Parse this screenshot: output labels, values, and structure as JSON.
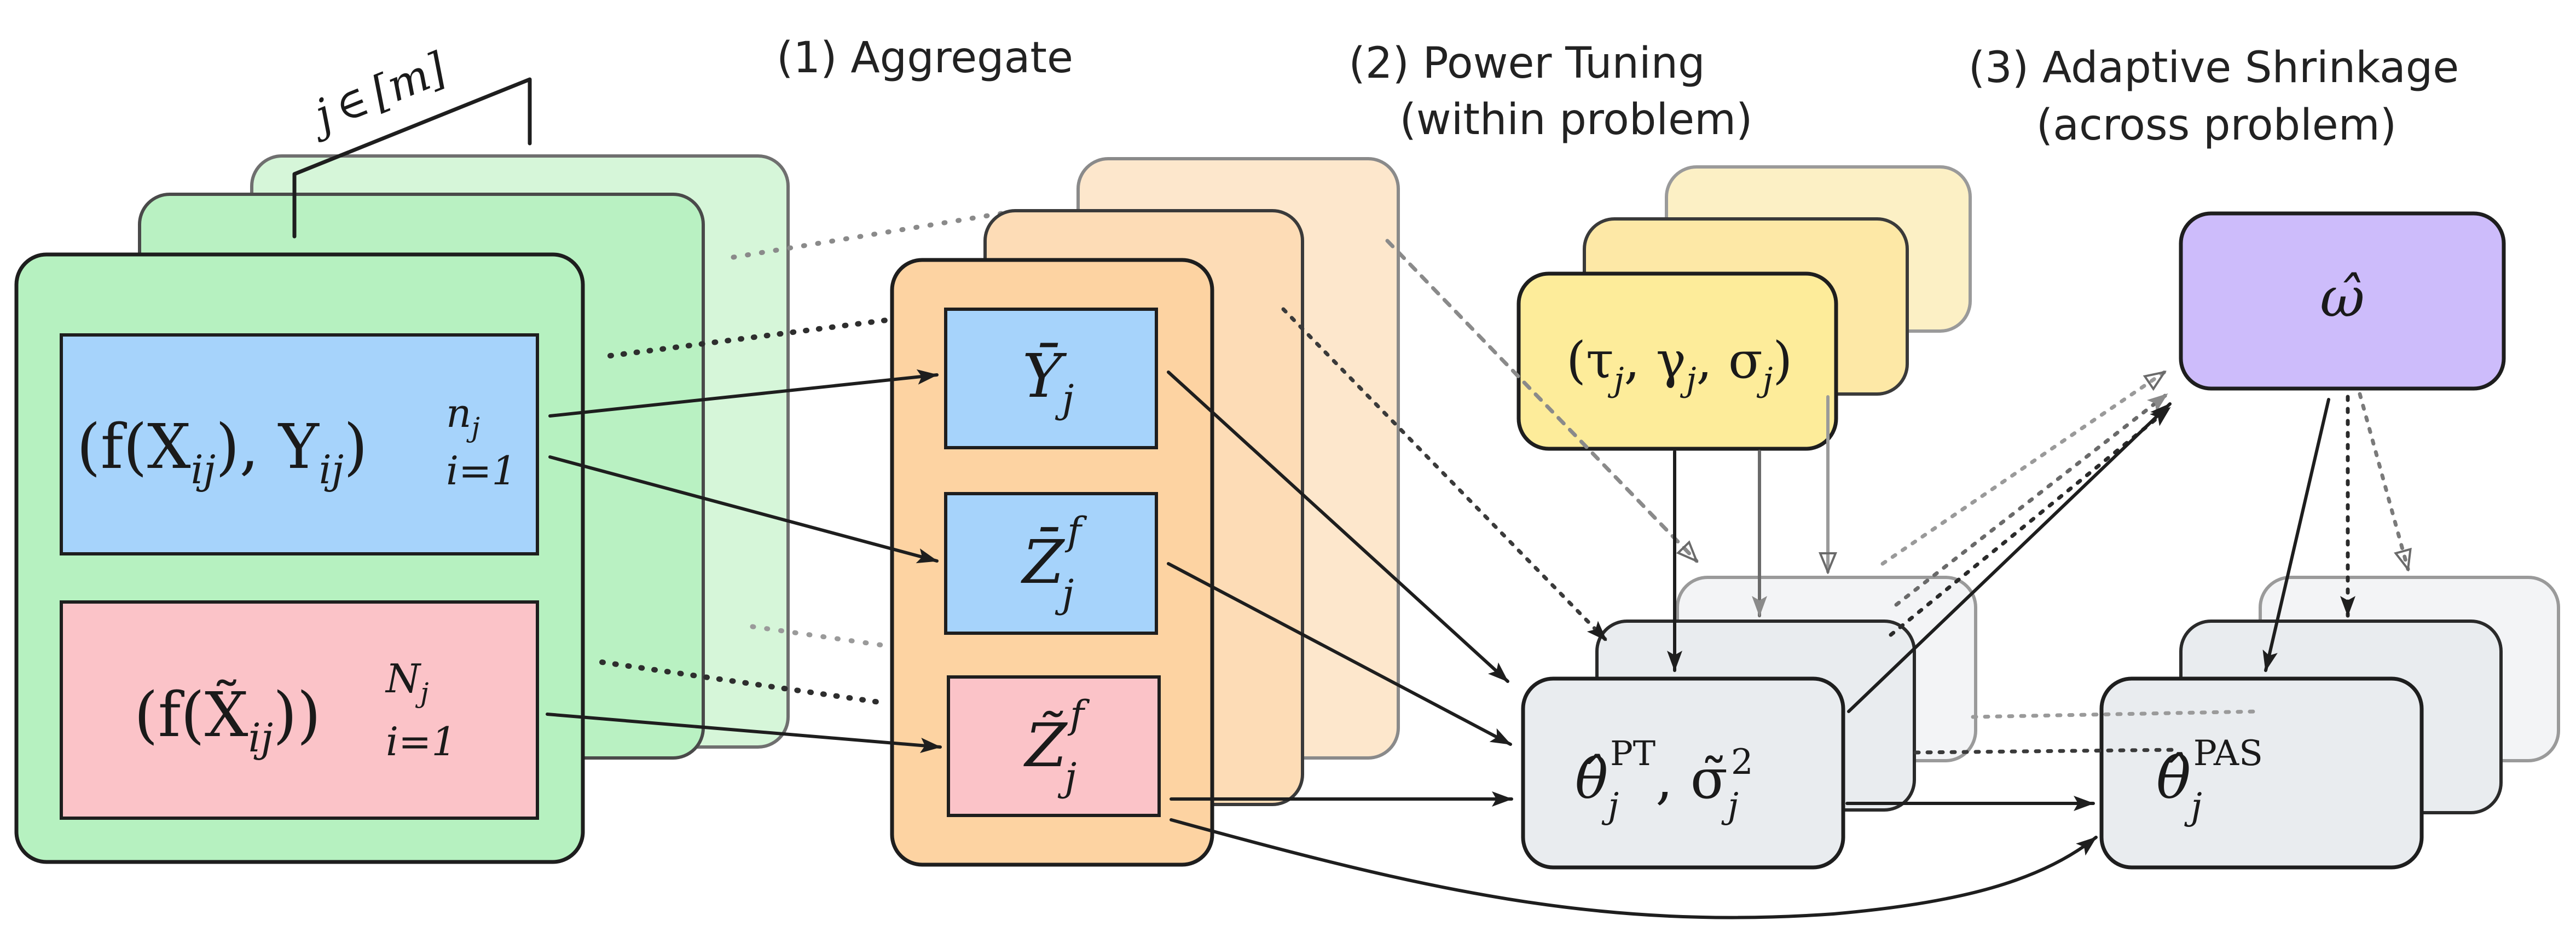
{
  "stages": {
    "aggregate": "(1) Aggregate",
    "power_tuning_line1": "(2) Power Tuning",
    "power_tuning_line2": "(within problem)",
    "shrinkage_line1": "(3) Adaptive Shrinkage",
    "shrinkage_line2": "(across problem)"
  },
  "index_label": {
    "var": "j",
    "rel": "∈",
    "set": "[m]"
  },
  "data_panel": {
    "labeled": {
      "base": "(f(X",
      "sub1": "ij",
      "mid": "), Y",
      "sub2": "ij",
      "close": ")",
      "sup": "n",
      "sup_sub": "j",
      "lower": "i=1"
    },
    "unlabeled": {
      "base": "(f(X̃",
      "sub1": "ij",
      "close": "))",
      "sup": "N",
      "sup_sub": "j",
      "lower": "i=1"
    }
  },
  "aggregates": {
    "y_bar": {
      "base": "Ȳ",
      "sub": "j"
    },
    "z_bar": {
      "base": "Z̄",
      "sub": "j",
      "sup": "f"
    },
    "z_tilde": {
      "base": "Z̃",
      "sub": "j",
      "sup": "f"
    }
  },
  "tuning_params": {
    "text": "(τ",
    "j1": "j",
    "c1": ", γ",
    "j2": "j",
    "c2": ", σ",
    "j3": "j",
    "close": ")"
  },
  "pt_estimate": {
    "theta": "θ̂",
    "sub": "j",
    "sup": "PT",
    "sep": ", σ̃",
    "sub2": "j",
    "sup2": "2"
  },
  "omega": {
    "symbol": "ω̂"
  },
  "pas_estimate": {
    "theta": "θ̂",
    "sub": "j",
    "sup": "PAS"
  },
  "colors": {
    "green_fill": "#b6f1c0",
    "blue_fill": "#a6d3fb",
    "pink_fill": "#fbc3c8",
    "orange_fill": "#fdd3a2",
    "yellow_fill": "#fdec9a",
    "gray_fill": "#e9ecef",
    "purple_fill": "#cdbcfb",
    "stroke": "#1e1e1e"
  }
}
